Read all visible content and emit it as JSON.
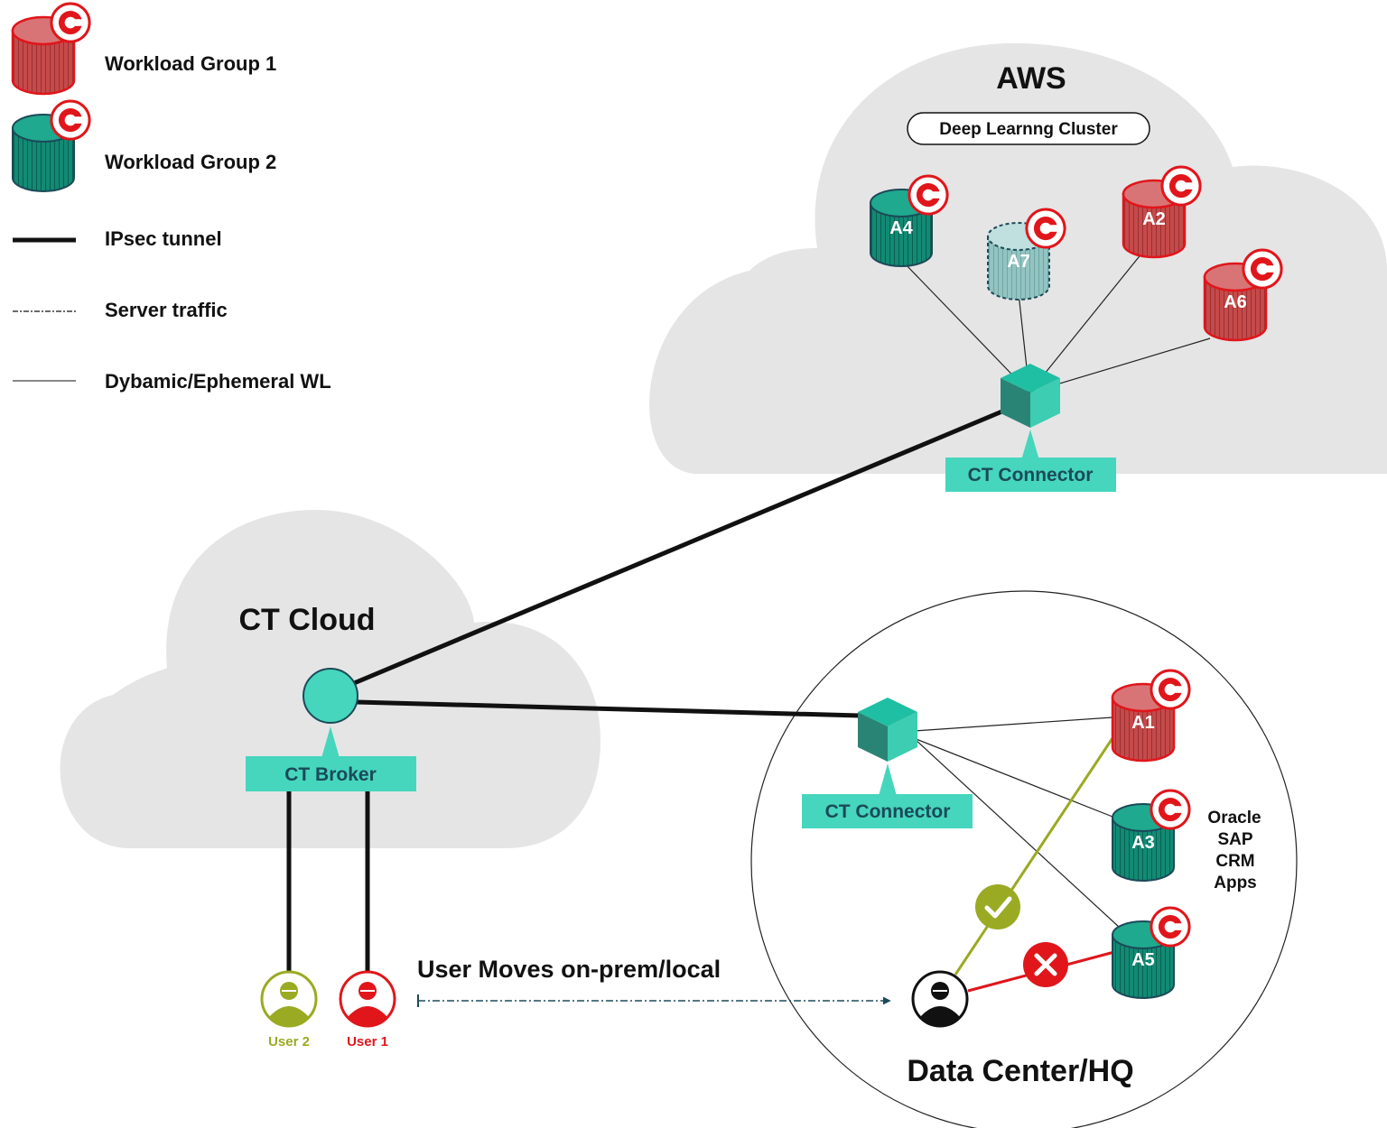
{
  "legend": {
    "group1": "Workload Group 1",
    "group2": "Workload Group 2",
    "ipsec": "IPsec tunnel",
    "server": "Server traffic",
    "dynamic": "Dybamic/Ephemeral WL"
  },
  "aws": {
    "title": "AWS",
    "cluster": "Deep Learnng Cluster",
    "connector": "CT Connector",
    "workloads": {
      "a4": "A4",
      "a7": "A7",
      "a2": "A2",
      "a6": "A6"
    }
  },
  "ct_cloud": {
    "title": "CT Cloud",
    "broker": "CT Broker"
  },
  "datacenter": {
    "title": "Data Center/HQ",
    "connector": "CT Connector",
    "workloads": {
      "a1": "A1",
      "a3": "A3",
      "a5": "A5"
    },
    "apps": [
      "Oracle",
      "SAP",
      "CRM",
      "Apps"
    ]
  },
  "users": {
    "user2": "User 2",
    "user1": "User 1"
  },
  "move_label": "User Moves on-prem/local",
  "colors": {
    "group1_red": "#d9534f",
    "group2_teal": "#0e8c78",
    "ephemeral": "#9fcfcc",
    "connector_label": "#45d6bd",
    "cloud": "#e5e5e5",
    "allowed": "#9aaa23",
    "blocked": "#e0161b",
    "brand_badge": "#e0161b"
  }
}
